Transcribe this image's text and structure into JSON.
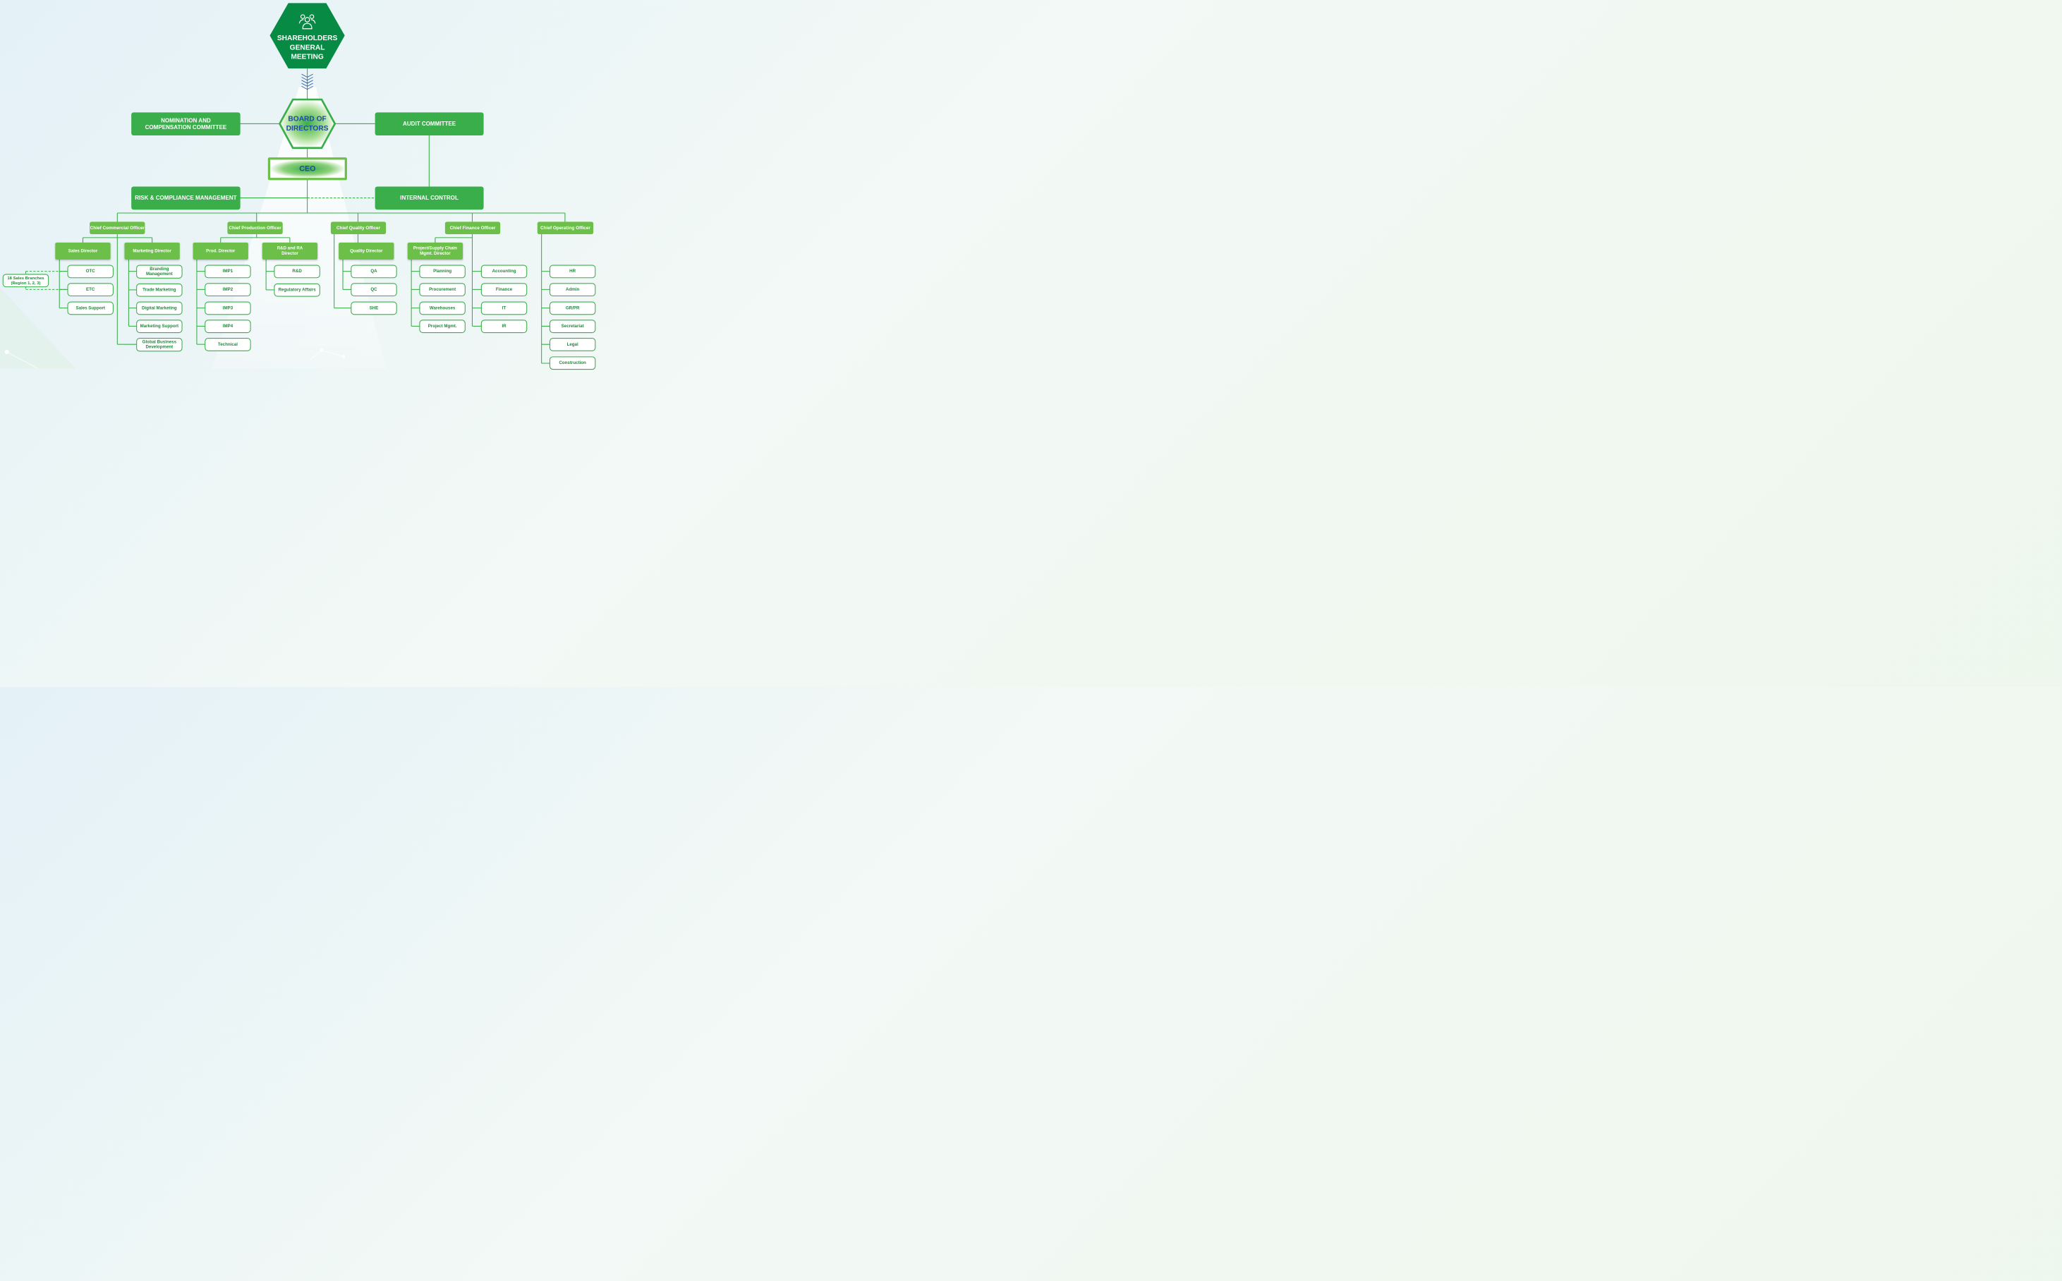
{
  "colors": {
    "dark_green": "#078a43",
    "green": "#3aae4a",
    "light_green": "#6cc04a",
    "navy": "#1f4aa0",
    "leaf_text": "#1f8a3c"
  },
  "shareholders": {
    "icon": "people-group-icon",
    "title": "SHAREHOLDERS\nGENERAL\nMEETING"
  },
  "board": {
    "title": "BOARD OF\nDIRECTORS"
  },
  "nomination": {
    "label": "NOMINATION AND\nCOMPENSATION COMMITTEE"
  },
  "audit": {
    "label": "AUDIT COMMITTEE"
  },
  "ceo": {
    "label": "CEO"
  },
  "risk": {
    "label": "RISK & COMPLIANCE MANAGEMENT"
  },
  "internal_control": {
    "label": "INTERNAL CONTROL"
  },
  "sales_branches": {
    "label": "18 Sales Branches\n(Region 1, 2, 3)"
  },
  "officers": {
    "commercial": {
      "label": "Chief Commercial Officer",
      "sales": {
        "label": "Sales Director",
        "items": [
          "OTC",
          "ETC",
          "Sales Support"
        ]
      },
      "marketing": {
        "label": "Marketing Director",
        "items": [
          "Branding\nManagement",
          "Trade Marketing",
          "Digital Marketing",
          "Marketing Support",
          "Global Business\nDevelopment"
        ]
      }
    },
    "production": {
      "label": "Chief Production Officer",
      "prod": {
        "label": "Prod. Director",
        "items": [
          "IMP1",
          "IMP2",
          "IMP3",
          "IMP4",
          "Technical"
        ]
      },
      "rnd": {
        "label": "R&D and RA\nDirector",
        "items": [
          "R&D",
          "Regulatory Affairs"
        ]
      }
    },
    "quality": {
      "label": "Chief Quality Officer",
      "quality": {
        "label": "Quality Director",
        "items": [
          "QA",
          "QC",
          "SHE"
        ]
      }
    },
    "finance": {
      "label": "Chief Finance Officer",
      "project": {
        "label": "Project/Supply Chain\nMgmt. Director",
        "items": [
          "Planning",
          "Procurement",
          "Warehouses",
          "Project Mgmt."
        ]
      },
      "items": [
        "Accounting",
        "Finance",
        "IT",
        "IR"
      ]
    },
    "operating": {
      "label": "Chief Operating Officer",
      "items": [
        "HR",
        "Admin",
        "GR/PR",
        "Secretariat",
        "Legal",
        "Construction"
      ]
    }
  }
}
